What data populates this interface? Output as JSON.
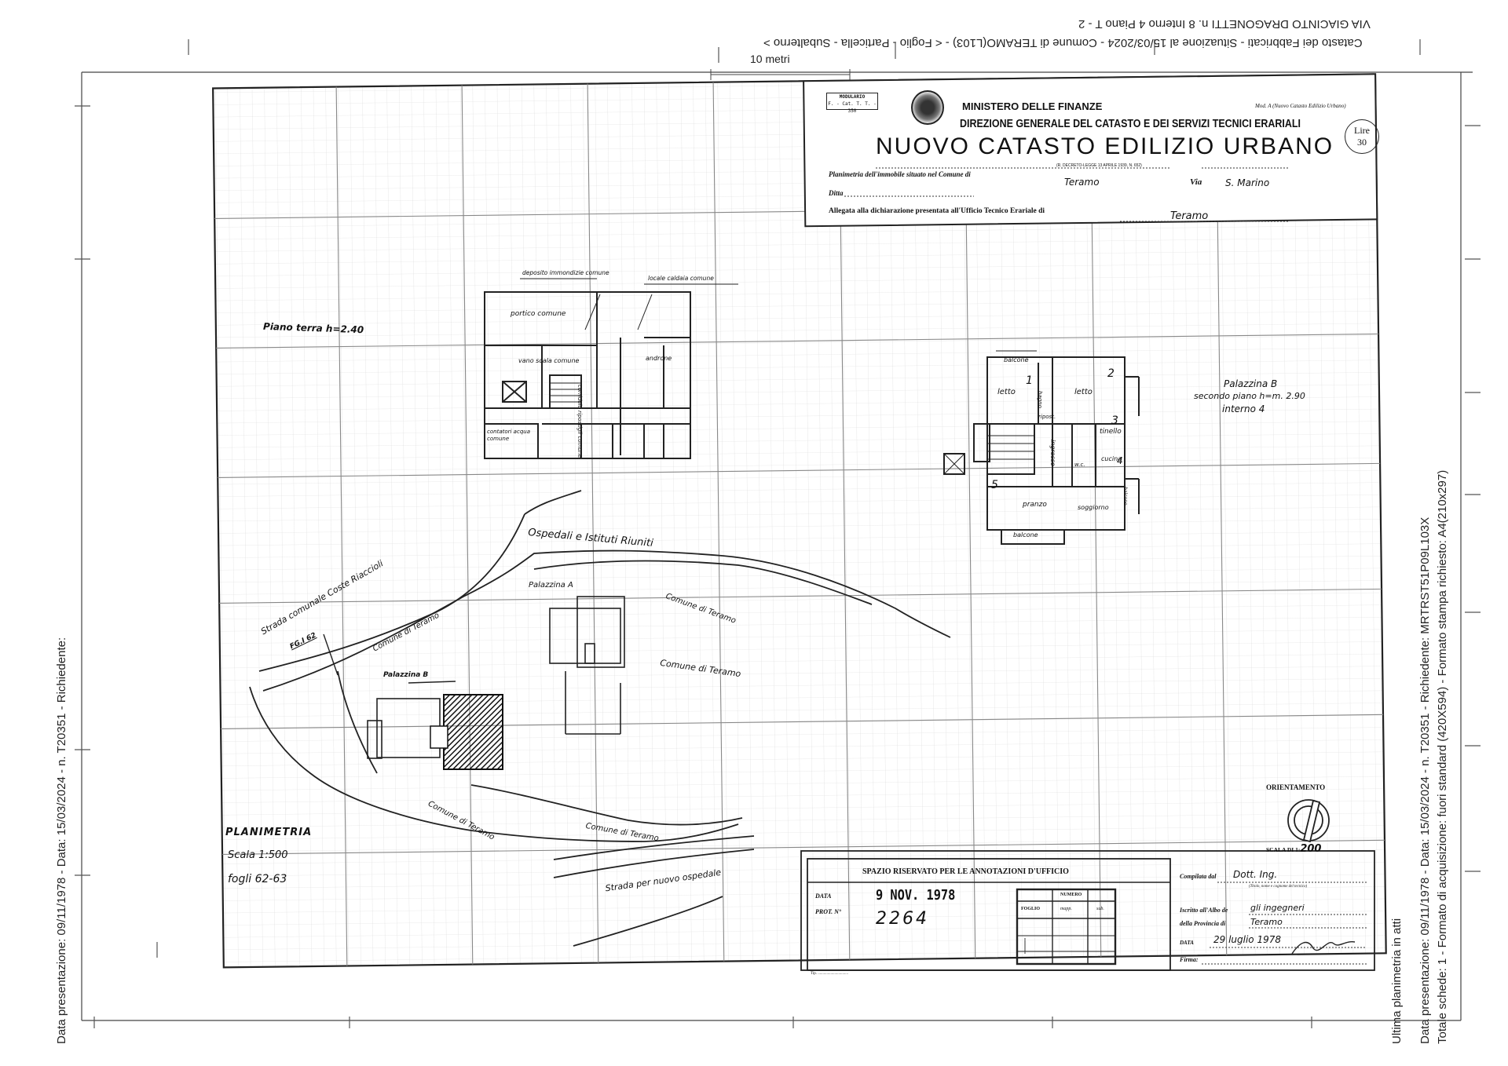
{
  "header": {
    "address_line": "VIA GIACINTO DRAGONETTI n. 8 Interno 4 Piano T - 2",
    "catasto_line": "Catasto dei Fabbricati - Situazione al 15/03/2024 - Comune di TERAMO(L103) - < Foglio - Particella - Subalterno >",
    "scale_bar_label": "10 metri"
  },
  "left_margin_text": "Data presentazione: 09/11/1978 - Data: 15/03/2024 - n. T20351 - Richiedente:",
  "right_margin": {
    "line1": "Ultima planimetria in atti",
    "line2": "Data presentazione: 09/11/1978 - Data: 15/03/2024 - n. T20351 - Richiedente: MRTRST51P09L103X",
    "line3": "Totale schede: 1 - Formato di acquisizione: fuori standard (420X594) - Formato stampa richiesto: A4(210x297)"
  },
  "title_block": {
    "stamp_label": "MODULARIO",
    "stamp_code": "F. - Cat. T. T. - 350",
    "ministry": "MINISTERO DELLE FINANZE",
    "direction": "DIREZIONE GENERALE DEL CATASTO E DEI SERVIZI TECNICI ERARIALI",
    "title": "NUOVO CATASTO EDILIZIO URBANO",
    "decree": "(R. DECRETO-LEGGE 13 APRILE 1939, N. 652)",
    "model": "Mod. A (Nuovo Catasto Edilizio Urbano)",
    "price_label": "Lire",
    "price_value": "30",
    "planimetria_label": "Planimetria dell'immobile situato nel Comune di",
    "comune_value": "Teramo",
    "via_label": "Via",
    "via_value": "S. Marino",
    "ditta_label": "Ditta",
    "allegata_label": "Allegata alla dichiarazione presentata all'Ufficio Tecnico Erariale di",
    "ufficio_value": "Teramo"
  },
  "plan_labels": {
    "piano_terra": "Piano terra h=2.40",
    "deposito": "deposito immondizie comune",
    "locale_caldaia": "locale caldaia comune",
    "portico": "portico comune",
    "vano_scala": "vano scala comune",
    "corridoio": "corridoio ripostigli comune",
    "androne": "androne",
    "contatori": "contatori acqua comune",
    "palazzina_b_title": "Palazzina B",
    "secondo_piano": "secondo piano h=m. 2.90",
    "interno": "interno 4",
    "balcone_top": "balcone",
    "balcone_bottom": "balcone",
    "letto1": "letto",
    "letto2": "letto",
    "bagno": "bagno",
    "ripost": "ripost.",
    "tinello": "tinello",
    "cucina": "cucina",
    "wc": "w.c.",
    "ingresso": "ingresso",
    "pranzo": "pranzo",
    "soggiorno": "soggiorno",
    "balcone_side": "balcone",
    "num1": "1",
    "num2": "2",
    "num3": "3",
    "num4": "4",
    "num5": "5"
  },
  "site_labels": {
    "ospedali": "Ospedali e Istituti Riuniti",
    "palazzina_a": "Palazzina A",
    "comune_teramo_1": "Comune di Teramo",
    "comune_teramo_2": "Comune di Teramo",
    "comune_teramo_3": "Comune di Teramo",
    "comune_teramo_4": "Comune di Teramo",
    "comune_teramo_5": "Comune di Teramo",
    "strada_comunale": "Strada comunale Coste Riaccioli",
    "palazzina_b": "Palazzina B",
    "fg": "FG.I 62",
    "strada_ospedale": "Strada per nuovo ospedale"
  },
  "planimetria_block": {
    "title": "Planimetria",
    "scala": "Scala 1:500",
    "fogli": "fogli 62-63"
  },
  "orientation": {
    "label": "ORIENTAMENTO",
    "scala_label": "SCALA DI 1:",
    "scala_value": "200"
  },
  "office_box": {
    "heading": "SPAZIO RISERVATO PER LE ANNOTAZIONI D'UFFICIO",
    "data_label": "DATA",
    "data_value": "9 NOV. 1978",
    "prot_label": "PROT. N°",
    "prot_value": "2264",
    "numero_label": "NUMERO",
    "foglio_label": "FOGLIO",
    "mapp_label": "mapp.",
    "sub_label": "sub.",
    "printer_line": "Tip. ..............................."
  },
  "compiler": {
    "compilato_label": "Compilata dal",
    "compilato_value": "Dott. Ing.",
    "titolo_note": "(Titolo, nome e cognome del tecnico)",
    "iscritto_label": "Iscritto all'Albo de",
    "iscritto_value": "gli ingegneri",
    "provincia_label": "della Provincia di",
    "provincia_value": "Teramo",
    "data_label": "DATA",
    "data_value": "29 luglio 1978",
    "firma_label": "Firma:"
  }
}
